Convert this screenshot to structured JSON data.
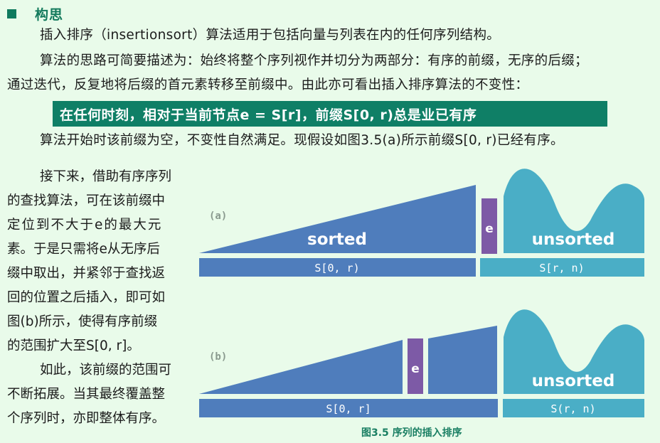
{
  "section": {
    "title": "构思",
    "para1": "插入排序（insertionsort）算法适用于包括向量与列表在内的任何序列结构。",
    "para2_line1": "算法的思路可简要描述为：始终将整个序列视作并切分为两部分：有序的前缀，无序的后缀；",
    "para2_line2": "通过迭代，反复地将后缀的首元素转移至前缀中。由此亦可看出插入排序算法的不变性：",
    "invariant": "在任何时刻，相对于当前节点e = S[r]，前缀S[0, r)总是业已有序",
    "para3": "算法开始时该前缀为空，不变性自然满足。现假设如图3.5(a)所示前缀S[0, r)已经有序。",
    "side": {
      "line1": "接下来，借助有序序列",
      "line2": "的查找算法，可在该前缀中",
      "line3": "定位到不大于e的最大元",
      "line4": "素。于是只需将e从无序后",
      "line5": "缀中取出，并紧邻于查找返",
      "line6": "回的位置之后插入，即可如",
      "line7": "图(b)所示，使得有序前缀",
      "line8": "的范围扩大至S[0, r]。",
      "line9": "如此，该前缀的范围可",
      "line10": "不断拓展。当其最终覆盖整",
      "line11": "个序列时，亦即整体有序。"
    }
  },
  "figure": {
    "caption": "图3.5  序列的插入排序",
    "a": {
      "label": "(a)",
      "sorted": "sorted",
      "element": "e",
      "unsorted": "unsorted",
      "bar_left": "S[0, r)",
      "bar_right": "S[r, n)"
    },
    "b": {
      "label": "(b)",
      "element": "e",
      "unsorted": "unsorted",
      "bar_left": "S[0, r]",
      "bar_right": "S(r, n)"
    }
  },
  "colors": {
    "background": "#e9fbea",
    "accent": "#0f7f66",
    "sorted_fill": "#4f7dbc",
    "unsorted_fill": "#4aaec6",
    "element_fill": "#7d5aa6"
  }
}
